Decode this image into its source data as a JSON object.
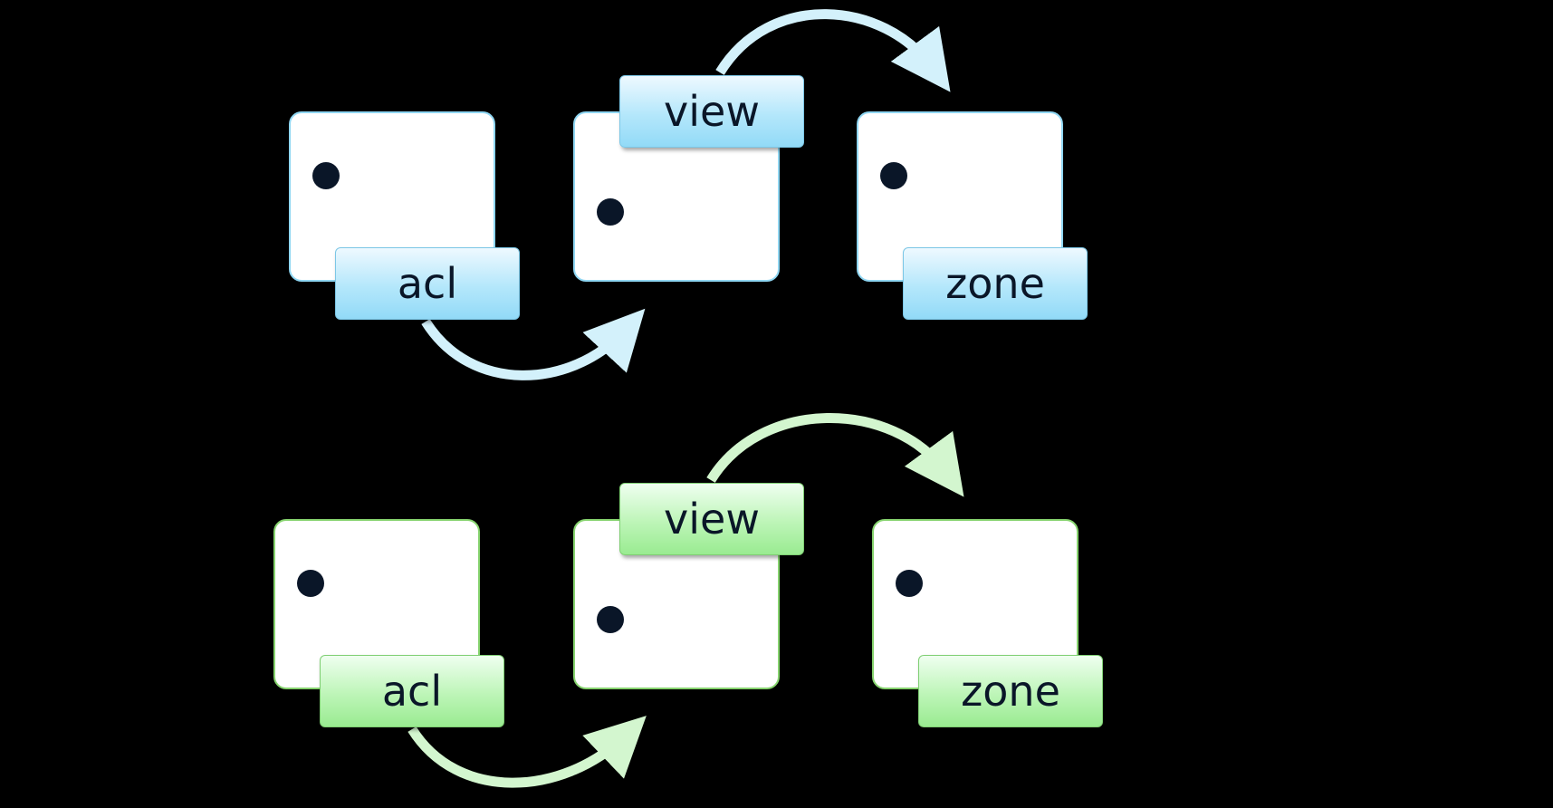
{
  "rows": [
    {
      "theme": "blue",
      "accent": "#c9eefb",
      "labels": {
        "acl": "acl",
        "view": "view",
        "zone": "zone"
      }
    },
    {
      "theme": "green",
      "accent": "#c8f3c4",
      "labels": {
        "acl": "acl",
        "view": "view",
        "zone": "zone"
      }
    }
  ]
}
